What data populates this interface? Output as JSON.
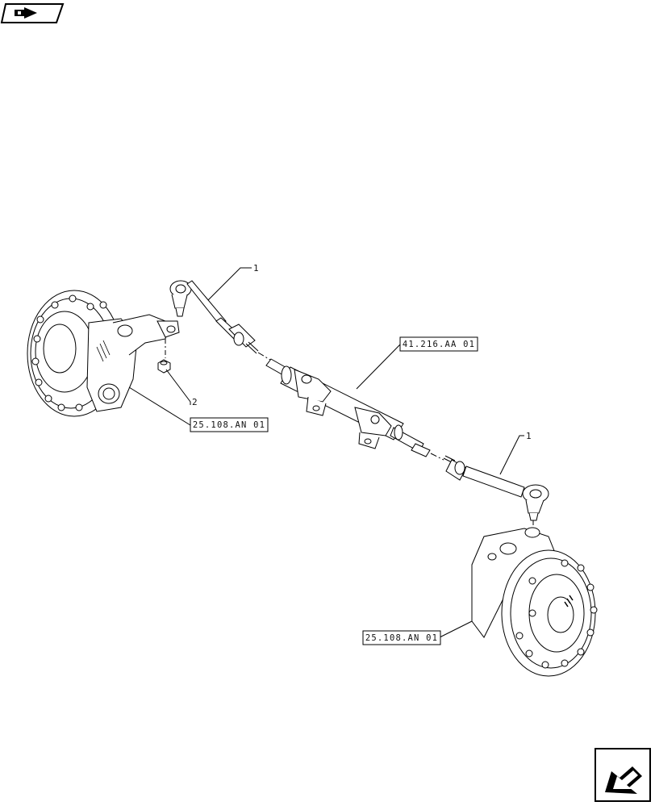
{
  "callouts": {
    "tie_rod_left": "1",
    "tie_rod_right": "1",
    "nut": "2"
  },
  "references": {
    "steering_cylinder": "41.216.AA 01",
    "hub_left": "25.108.AN 01",
    "hub_right": "25.108.AN 01"
  },
  "icons": {
    "top_left": "hand-pointer-icon",
    "bottom_right": "navigation-arrow-icon"
  }
}
